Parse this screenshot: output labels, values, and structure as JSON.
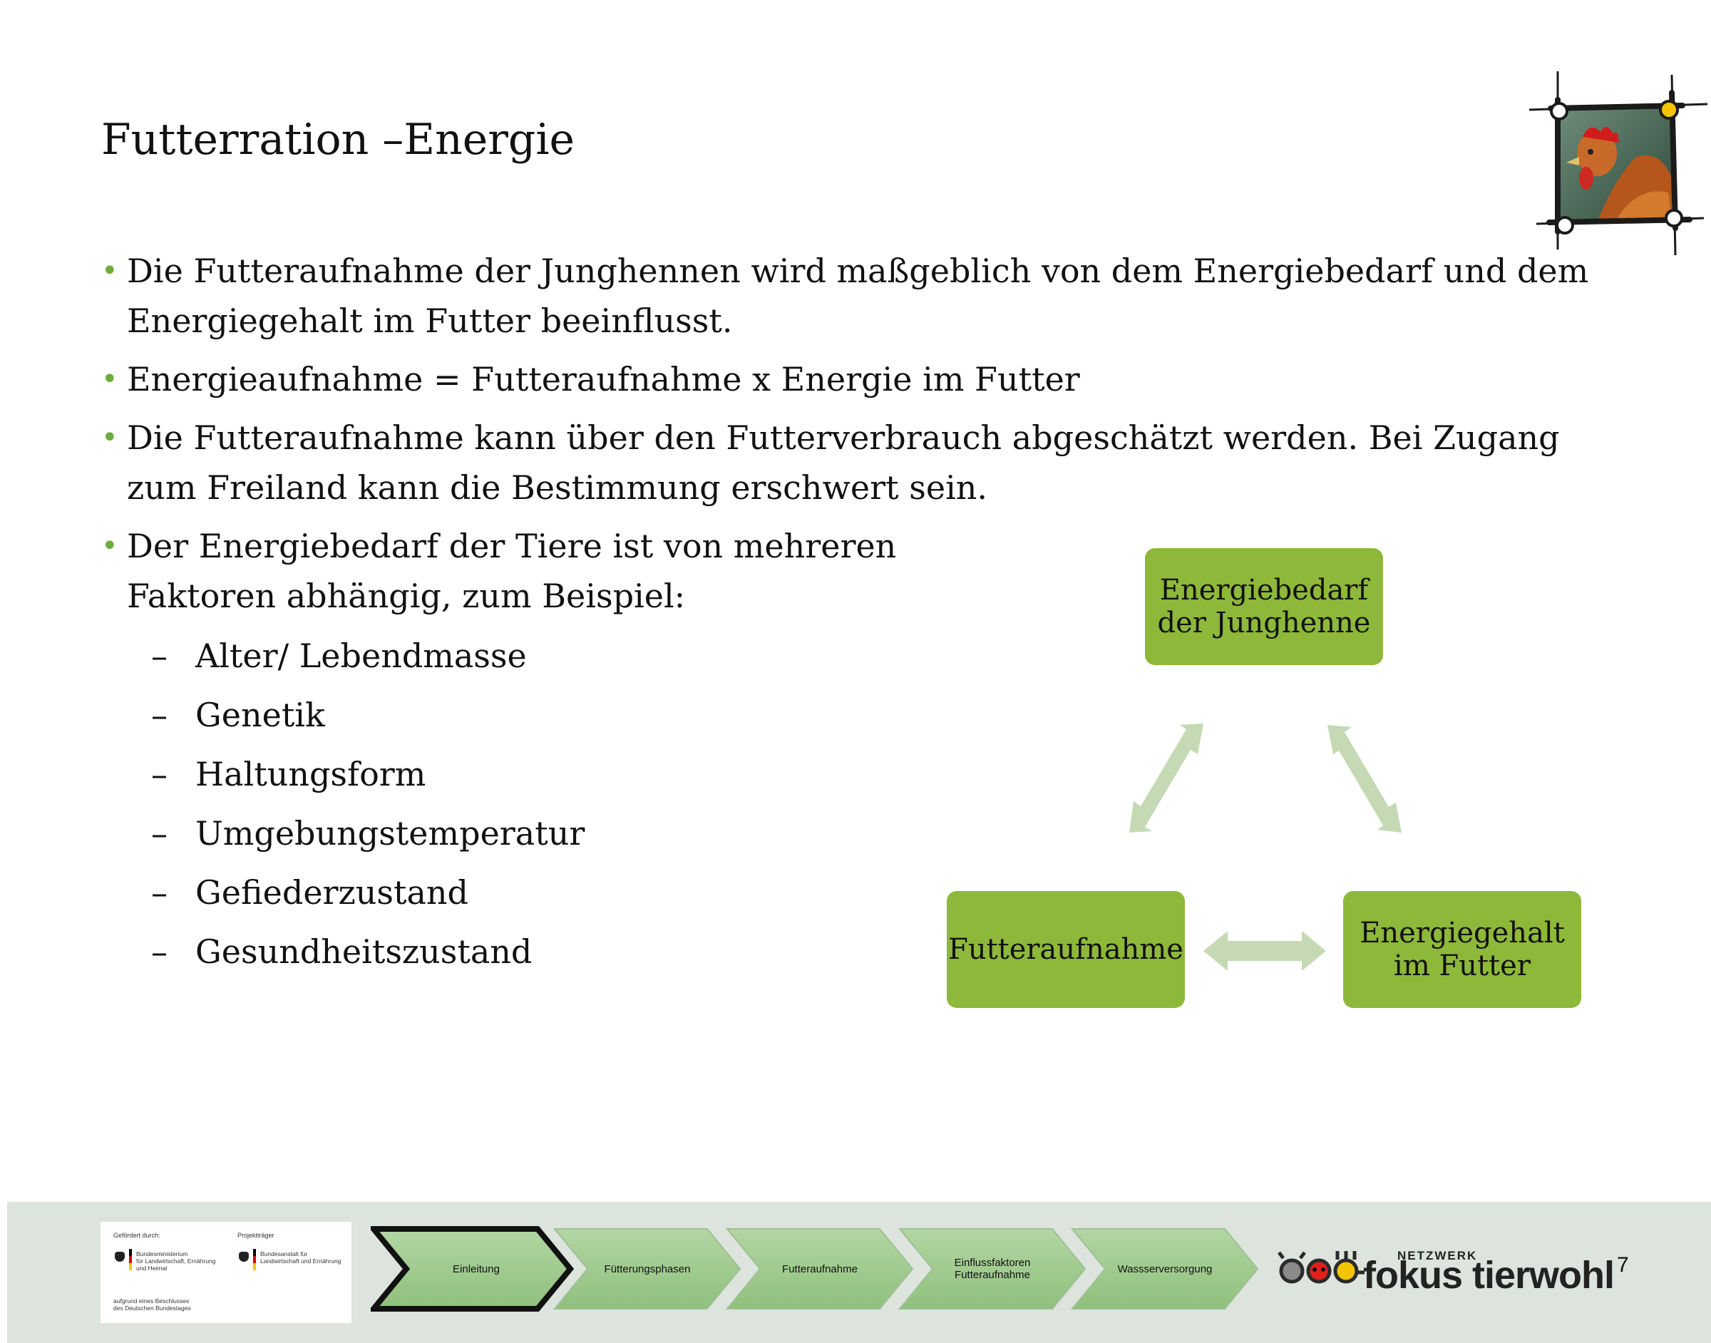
{
  "slide": {
    "title": "Futterration –Energie",
    "bullets": [
      "Die Futteraufnahme der Junghennen wird maßgeblich von dem Energiebedarf und dem Energiegehalt im Futter beeinflusst.",
      "Energieaufnahme = Futteraufnahme x Energie im Futter",
      "Die Futteraufnahme kann über den Futterverbrauch abgeschätzt werden.  Bei Zugang zum Freiland kann die Bestimmung erschwert sein.",
      "Der Energiebedarf  der Tiere ist von mehreren Faktoren abhängig, zum Beispiel:"
    ],
    "bullet_symbol": "•",
    "dash_symbol": "–",
    "subbullets": [
      "Alter/ Lebendmasse",
      "Genetik",
      "Haltungsform",
      "Umgebungstemperatur",
      "Gefiederzustand",
      "Gesundheitszustand"
    ]
  },
  "diagram": {
    "box_color": "#8db83a",
    "arrow_color": "#c5dab4",
    "nodes": {
      "top": "Energiebedarf\nder Junghenne",
      "left": "Futteraufnahme",
      "right": "Energiegehalt\nim Futter"
    }
  },
  "footer": {
    "sponsor": {
      "funded_label": "Gefördert durch:",
      "ministry": "Bundesministerium\nfür Landwirtschaft, Ernährung\nund Heimat",
      "resolution": "aufgrund eines Beschlusses\ndes Deutschen Bundestages",
      "agency_label": "Projektträger",
      "agency": "Bundesanstalt für\nLandwirtschaft und Ernährung"
    },
    "nav": [
      "Einleitung",
      "Fütterungsphasen",
      "Futteraufnahme",
      "Einflussfaktoren\nFutteraufnahme",
      "Wassserversorgung"
    ],
    "logo_top": "NETZWERK",
    "logo_main": "fokus tierwohl",
    "page_number": "7"
  }
}
